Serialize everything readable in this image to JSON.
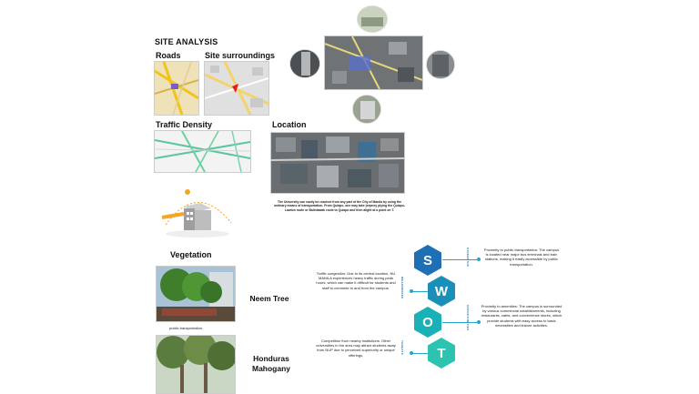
{
  "header": {
    "title": "SITE ANALYSIS"
  },
  "sections": {
    "roads": "Roads",
    "surroundings": "Site surroundings",
    "traffic": "Traffic Density",
    "location": "Location",
    "vegetation": "Vegetation"
  },
  "location_caption": "The University can easily be reached from any part of the City of Manila by using the ordinary means of transportation. From Quiapo, one may take jeepney plying the Quiapo-Lawton route or Balintawak route to Quiapo and then alight at a point on T.",
  "trees": {
    "neem": "Neem Tree",
    "mahogany": "Honduras Mahogany",
    "cut_text": "public transportation."
  },
  "swot": {
    "letters": [
      "S",
      "W",
      "O",
      "T"
    ],
    "side_labels": [
      "STRENGTHS",
      "WEAKNESSES",
      "OPPORTUNITIES",
      "THREATS"
    ],
    "strength": "Proximity to public transportation: The campus is located near major bus terminals and train stations, making it easily accessible by public transportation.",
    "weakness": "Traffic congestion: Due to its central location, NU MANILA experiences heavy traffic during peak hours, which can make it difficult for students and staff to commute to and from the campus.",
    "opportunity": "Proximity to amenities: The campus is surrounded by various commercial establishments, including restaurants, cafes, and convenience stores, which provide students with easy access to basic necessities and leisure activities.",
    "threat": "Competition from nearby institutions: Other universities in the area may attract students away from NUP due to perceived superiority or unique offerings."
  },
  "colors": {
    "teal": "#1aa6b8",
    "blue": "#1f6fb5",
    "green": "#2cc3b0"
  }
}
